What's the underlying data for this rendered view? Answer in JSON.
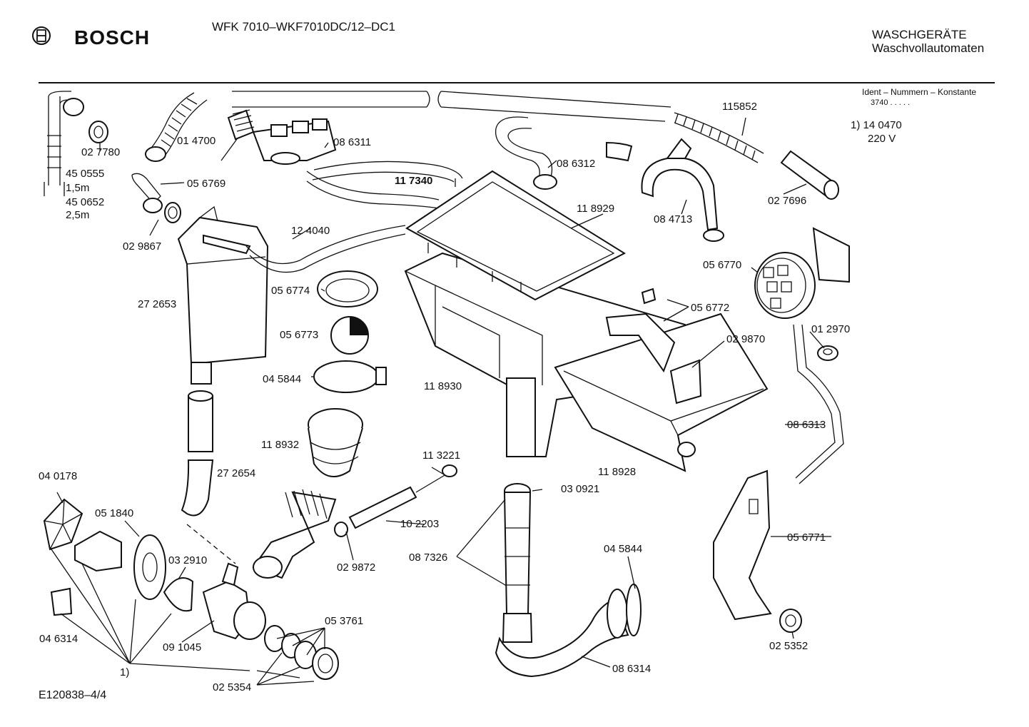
{
  "header": {
    "brand": "BOSCH",
    "model": "WFK 7010–WKF7010DC/12–DC1",
    "category_line1": "WASCHGERÄTE",
    "category_line2": "Waschvollautomaten"
  },
  "ident": {
    "heading": "Ident – Nummern – Konstante",
    "constant": "3740 . . . . ."
  },
  "note": {
    "ref_line": "1)  14 0470",
    "voltage": "220 V"
  },
  "footer": {
    "drawing_code": "E120838–4/4"
  },
  "parts": [
    {
      "id": "p-027780",
      "label": "02 7780"
    },
    {
      "id": "p-450555",
      "label": "45 0555"
    },
    {
      "id": "p-len15",
      "label": "1,5m"
    },
    {
      "id": "p-450652",
      "label": "45 0652"
    },
    {
      "id": "p-len25",
      "label": "2,5m"
    },
    {
      "id": "p-014700",
      "label": "01 4700"
    },
    {
      "id": "p-086311",
      "label": "08 6311"
    },
    {
      "id": "p-056769",
      "label": "05 6769"
    },
    {
      "id": "p-117340",
      "label": "11 7340"
    },
    {
      "id": "p-086312",
      "label": "08 6312"
    },
    {
      "id": "p-115852",
      "label": "115852"
    },
    {
      "id": "p-027696",
      "label": "02 7696"
    },
    {
      "id": "p-084713",
      "label": "08 4713"
    },
    {
      "id": "p-118929",
      "label": "11 8929"
    },
    {
      "id": "p-029867",
      "label": "02 9867"
    },
    {
      "id": "p-124040",
      "label": "12 4040"
    },
    {
      "id": "p-056770",
      "label": "05 6770"
    },
    {
      "id": "p-056774",
      "label": "05 6774"
    },
    {
      "id": "p-272653",
      "label": "27 2653"
    },
    {
      "id": "p-056772",
      "label": "05 6772"
    },
    {
      "id": "p-056773",
      "label": "05 6773"
    },
    {
      "id": "p-012970",
      "label": "01 2970"
    },
    {
      "id": "p-029870",
      "label": "02 9870"
    },
    {
      "id": "p-045844a",
      "label": "04 5844"
    },
    {
      "id": "p-118930",
      "label": "11 8930"
    },
    {
      "id": "p-086313",
      "label": "08 6313"
    },
    {
      "id": "p-118932",
      "label": "11 8932"
    },
    {
      "id": "p-113221",
      "label": "11 3221"
    },
    {
      "id": "p-272654",
      "label": "27 2654"
    },
    {
      "id": "p-118928",
      "label": "11 8928"
    },
    {
      "id": "p-040178",
      "label": "04 0178"
    },
    {
      "id": "p-030921",
      "label": "03 0921"
    },
    {
      "id": "p-051840",
      "label": "05 1840"
    },
    {
      "id": "p-102203",
      "label": "10 2203"
    },
    {
      "id": "p-056771",
      "label": "05 6771"
    },
    {
      "id": "p-032910",
      "label": "03 2910"
    },
    {
      "id": "p-087326",
      "label": "08 7326"
    },
    {
      "id": "p-029872",
      "label": "02 9872"
    },
    {
      "id": "p-045844b",
      "label": "04 5844"
    },
    {
      "id": "p-046314",
      "label": "04 6314"
    },
    {
      "id": "p-053761",
      "label": "05 3761"
    },
    {
      "id": "p-091045",
      "label": "09 1045"
    },
    {
      "id": "p-025352",
      "label": "02 5352"
    },
    {
      "id": "p-086314",
      "label": "08 6314"
    },
    {
      "id": "p-note1",
      "label": "1)"
    },
    {
      "id": "p-025354",
      "label": "02 5354"
    }
  ]
}
